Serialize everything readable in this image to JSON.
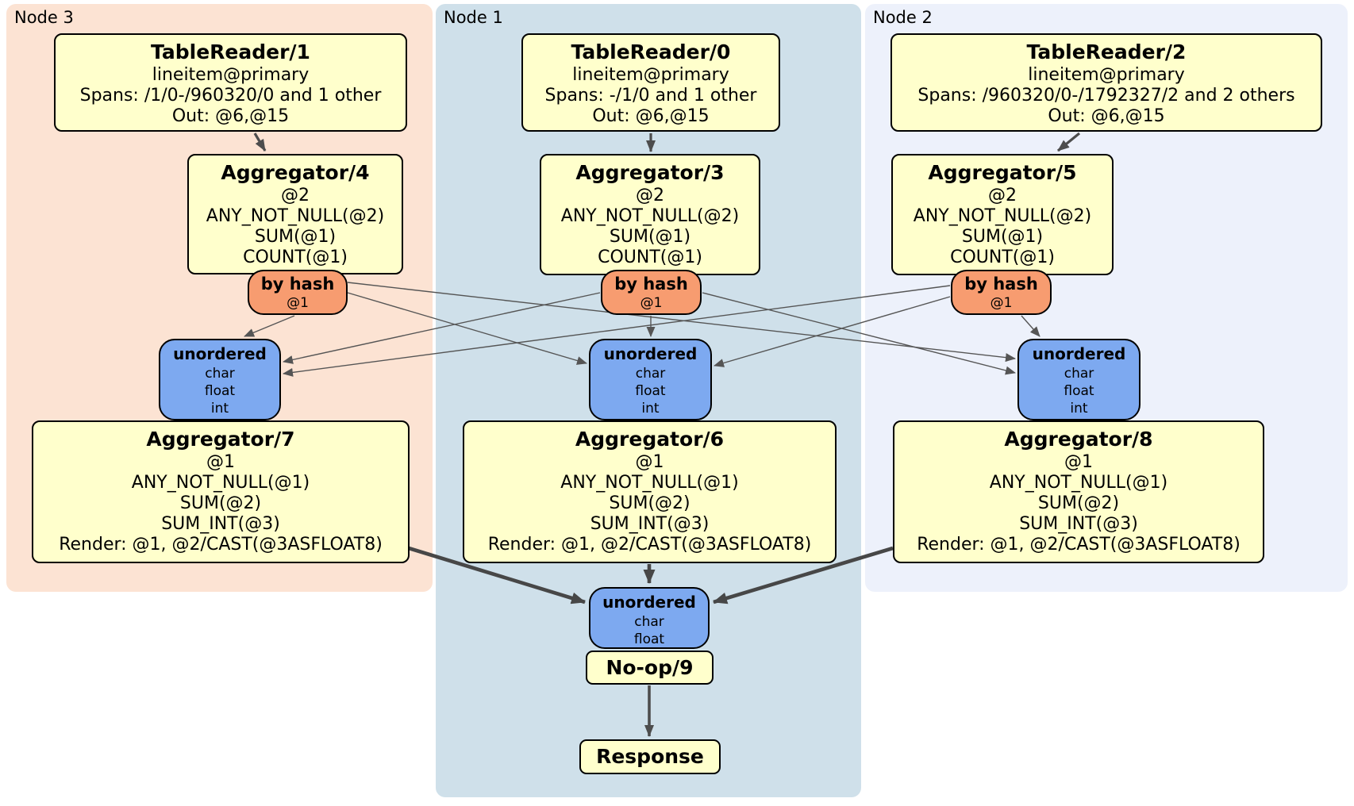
{
  "colors": {
    "node3_bg": "#fce3d3",
    "node1_bg": "#cfe0ea",
    "node2_bg": "#edf1fb",
    "processor_bg": "#ffffcc",
    "router_bg": "#f79c70",
    "sync_bg": "#7da9f0",
    "edge": "#4d4d4d"
  },
  "node3": {
    "label": "Node 3",
    "tablereader": {
      "title": "TableReader/1",
      "lines": [
        "lineitem@primary",
        "Spans: /1/0-/960320/0 and 1 other",
        "Out: @6,@15"
      ]
    },
    "aggregator_top": {
      "title": "Aggregator/4",
      "lines": [
        "@2",
        "ANY_NOT_NULL(@2)",
        "SUM(@1)",
        "COUNT(@1)"
      ]
    },
    "router": {
      "title": "by hash",
      "detail": "@1"
    },
    "sync": {
      "title": "unordered",
      "lines": [
        "char",
        "float",
        "int"
      ]
    },
    "aggregator_final": {
      "title": "Aggregator/7",
      "lines": [
        "@1",
        "ANY_NOT_NULL(@1)",
        "SUM(@2)",
        "SUM_INT(@3)",
        "Render: @1, @2/CAST(@3ASFLOAT8)"
      ]
    }
  },
  "node1": {
    "label": "Node 1",
    "tablereader": {
      "title": "TableReader/0",
      "lines": [
        "lineitem@primary",
        "Spans: -/1/0 and 1 other",
        "Out: @6,@15"
      ]
    },
    "aggregator_top": {
      "title": "Aggregator/3",
      "lines": [
        "@2",
        "ANY_NOT_NULL(@2)",
        "SUM(@1)",
        "COUNT(@1)"
      ]
    },
    "router": {
      "title": "by hash",
      "detail": "@1"
    },
    "sync": {
      "title": "unordered",
      "lines": [
        "char",
        "float",
        "int"
      ]
    },
    "aggregator_final": {
      "title": "Aggregator/6",
      "lines": [
        "@1",
        "ANY_NOT_NULL(@1)",
        "SUM(@2)",
        "SUM_INT(@3)",
        "Render: @1, @2/CAST(@3ASFLOAT8)"
      ]
    },
    "output_sync": {
      "title": "unordered",
      "lines": [
        "char",
        "float"
      ]
    },
    "noop": {
      "title": "No-op/9"
    },
    "response": {
      "title": "Response"
    }
  },
  "node2": {
    "label": "Node 2",
    "tablereader": {
      "title": "TableReader/2",
      "lines": [
        "lineitem@primary",
        "Spans: /960320/0-/1792327/2 and 2 others",
        "Out: @6,@15"
      ]
    },
    "aggregator_top": {
      "title": "Aggregator/5",
      "lines": [
        "@2",
        "ANY_NOT_NULL(@2)",
        "SUM(@1)",
        "COUNT(@1)"
      ]
    },
    "router": {
      "title": "by hash",
      "detail": "@1"
    },
    "sync": {
      "title": "unordered",
      "lines": [
        "char",
        "float",
        "int"
      ]
    },
    "aggregator_final": {
      "title": "Aggregator/8",
      "lines": [
        "@1",
        "ANY_NOT_NULL(@1)",
        "SUM(@2)",
        "SUM_INT(@3)",
        "Render: @1, @2/CAST(@3ASFLOAT8)"
      ]
    }
  }
}
